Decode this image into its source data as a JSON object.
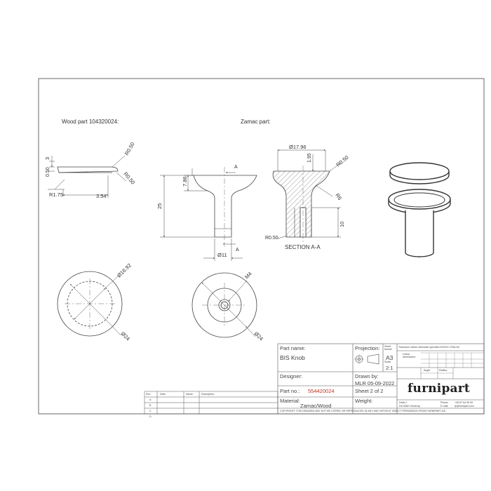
{
  "views": {
    "wood_label": "Wood part 104320024:",
    "zamac_label": "Zamac part:",
    "section_label": "SECTION A-A",
    "section_marker": "A"
  },
  "dimensions": {
    "wood": {
      "thickness": "3",
      "edge_radius_top": "R0.50",
      "edge_radius_bottom": "R0.50",
      "small_height": "0.50",
      "fillet": "R1.75",
      "offset": "3.54",
      "diameter_dashed": "Ø16.92",
      "diameter_outer": "Ø24"
    },
    "zamac": {
      "cap_height": "7.86",
      "total_height": "25",
      "stem_diameter": "Ø11"
    },
    "section": {
      "top_diameter": "Ø17.96",
      "lip": "1.95",
      "radius_top": "R0.50",
      "radius_mid": "R6",
      "radius_bottom": "R0.50",
      "thread_depth": "10"
    },
    "bottom": {
      "thread": "M4",
      "diameter": "Ø24"
    }
  },
  "title_block": {
    "part_name_label": "Part name:",
    "part_name": "BIS Knob",
    "projection_label": "Projection:",
    "sheet_format_label": "Sheet format:",
    "sheet_format": "A3",
    "scale_label": "Scale:",
    "scale": "2:1",
    "tolerance_title": "Tolerance unless otherwise specified DS/ISO 2768-1M",
    "linear_label": "Linear dimensions",
    "designer_label": "Designer:",
    "drawn_by_label": "Drawn by:",
    "drawn_by": "MLR 05-09-2022",
    "angle_label": "Angle",
    "radius_label": "Radius",
    "part_no_label": "Part no.:",
    "part_no": "554420024",
    "sheet_of": "Sheet 2 of 2",
    "material_label": "Material:",
    "material": "Zamac/Wood",
    "weight_label": "Weight:",
    "brand": "furnipart",
    "address_1": "Delta 2",
    "address_2": "DK-8382 Hinnerup",
    "phone_label": "Phone:",
    "phone": "+45 87 64 35 00",
    "email_label": "E-mail:",
    "email": "fp@furnipart.com",
    "copyright": "COPYRIGHT: THIS DRAWING MAY NOT BE COPIED OR REPRODUCED IN ANY WAY WITHOUT DIRECT PERMISSION FROM FURNIPART A/S"
  },
  "revision_table": {
    "headers": [
      "Rev.",
      "Date:",
      "Name:",
      "Description:"
    ],
    "rows": [
      "A",
      "B",
      "C",
      "D"
    ]
  }
}
